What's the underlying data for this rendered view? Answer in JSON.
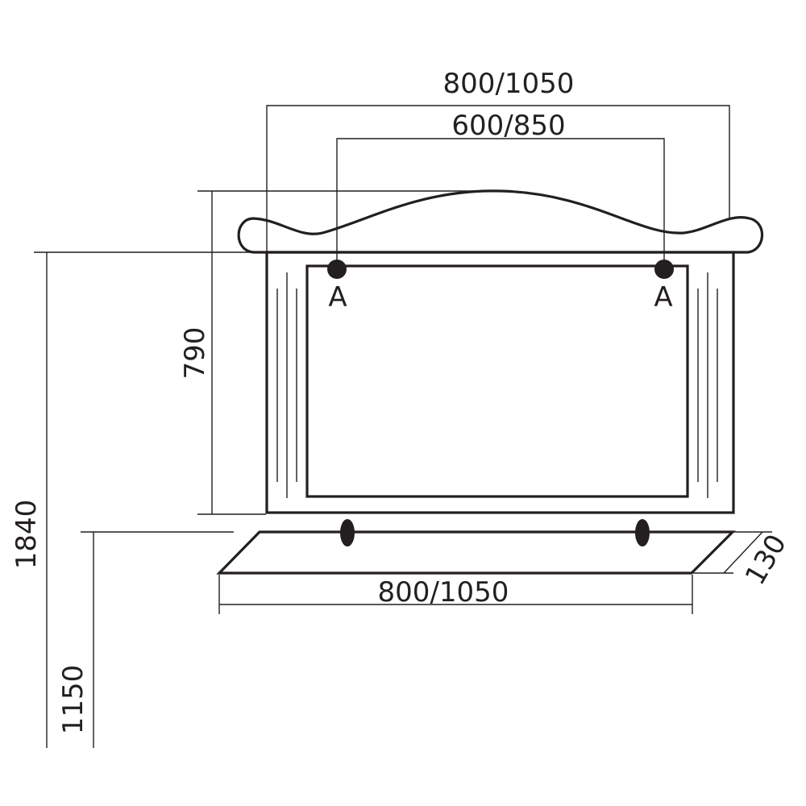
{
  "dimensions": {
    "top_width": "800/1050",
    "hook_spacing": "600/850",
    "mirror_height": "790",
    "total_height": "1840",
    "shelf_height": "1150",
    "shelf_width": "800/1050",
    "shelf_depth": "130"
  },
  "hooks": {
    "left_label": "A",
    "right_label": "A"
  },
  "colors": {
    "line": "#231f20",
    "background": "#ffffff"
  }
}
